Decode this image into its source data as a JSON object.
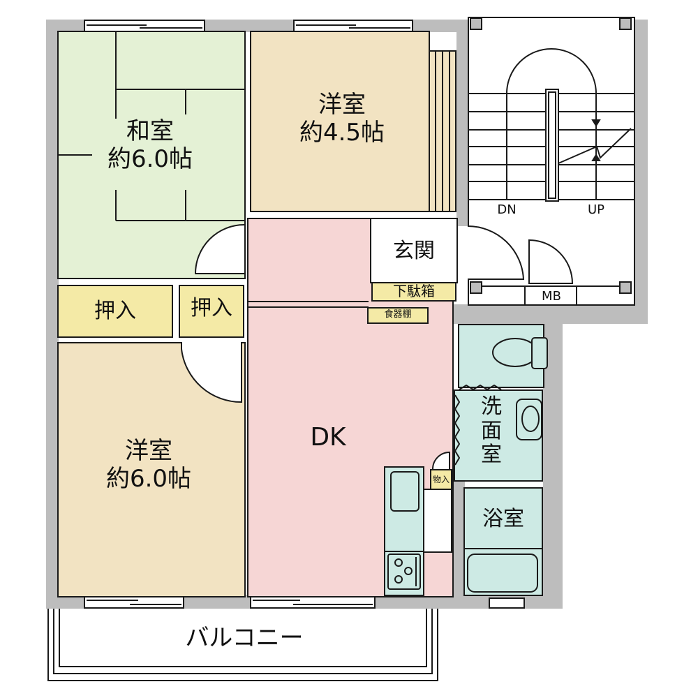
{
  "floor_plan": {
    "rooms": [
      {
        "id": "washitsu",
        "name": "和室",
        "size": "約6.0帖",
        "color": "#e4f1d5"
      },
      {
        "id": "yoshitsu_north",
        "name": "洋室",
        "size": "約4.5帖",
        "color": "#f2e3c2"
      },
      {
        "id": "yoshitsu_south",
        "name": "洋室",
        "size": "約6.0帖",
        "color": "#f2e3c2"
      },
      {
        "id": "dk",
        "name": "DK",
        "color": "#f6d6d5"
      },
      {
        "id": "genkan",
        "name": "玄関",
        "color": "#ffffff"
      },
      {
        "id": "senmenshitsu",
        "name": "洗面室",
        "color": "#cdeae4"
      },
      {
        "id": "yokushitsu",
        "name": "浴室",
        "color": "#cdeae4"
      },
      {
        "id": "toilet",
        "name": "",
        "color": "#cdeae4"
      },
      {
        "id": "balcony",
        "name": "バルコニー",
        "color": "#ffffff"
      }
    ],
    "storage": {
      "oshiire_left": "押入",
      "oshiire_right": "押入",
      "getabako": "下駄箱",
      "shokkidana": "食器棚",
      "monoire": "物入",
      "color": "#f4eaa6"
    },
    "stairwell": {
      "down_label": "DN",
      "up_label": "UP",
      "meter_box_label": "MB"
    },
    "colors": {
      "wall": "#bdbdbd",
      "line": "#1a1a1a",
      "background": "#ffffff"
    }
  }
}
